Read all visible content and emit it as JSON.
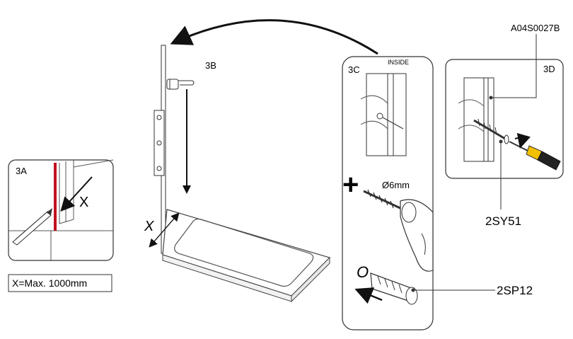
{
  "panels": {
    "a": {
      "label": "3A",
      "x_marker": "X"
    },
    "b": {
      "label": "3B",
      "x_marker": "X"
    },
    "c": {
      "label": "3C",
      "inside_label": "INSIDE",
      "drill_size": "Ø6mm",
      "no_symbol": "O"
    },
    "d": {
      "label": "3D"
    }
  },
  "note": {
    "text": "X=Max. 1000mm"
  },
  "parts": {
    "profile_code": "A04S0027B",
    "screw_code": "2SY51",
    "plug_code": "2SP12"
  }
}
